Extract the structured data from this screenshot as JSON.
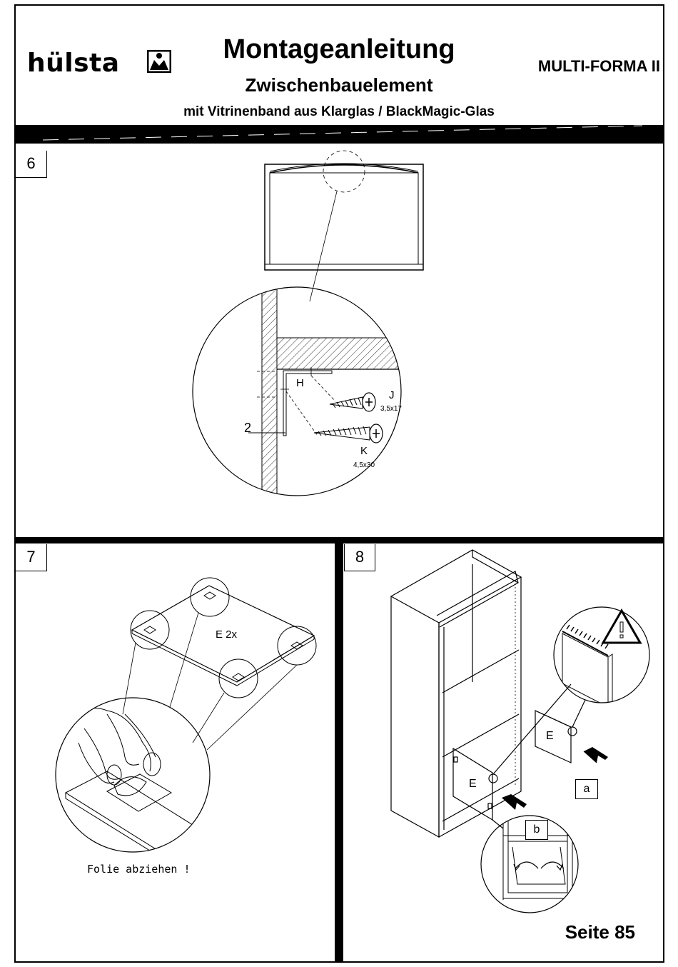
{
  "header": {
    "brand": "hülsta",
    "title": "Montageanleitung",
    "subtitle": "Zwischenbauelement",
    "description": "mit Vitrinenband aus Klarglas / BlackMagic-Glas",
    "product": "MULTI-FORMA II"
  },
  "step6": {
    "number": "6",
    "labels": {
      "h": "H",
      "j": "J",
      "j_size": "3,5x17",
      "k": "K",
      "k_size": "4,5x30",
      "two": "2"
    }
  },
  "step7": {
    "number": "7",
    "part": "E 2x",
    "note": "Folie abziehen !"
  },
  "step8": {
    "number": "8",
    "part_upper": "E",
    "part_lower": "E",
    "box_a": "a",
    "box_b": "b"
  },
  "footer": {
    "page": "Seite 85"
  },
  "icons": [
    "logo-mark-icon",
    "warning-triangle-icon",
    "screw-icon",
    "arrow-icon"
  ]
}
